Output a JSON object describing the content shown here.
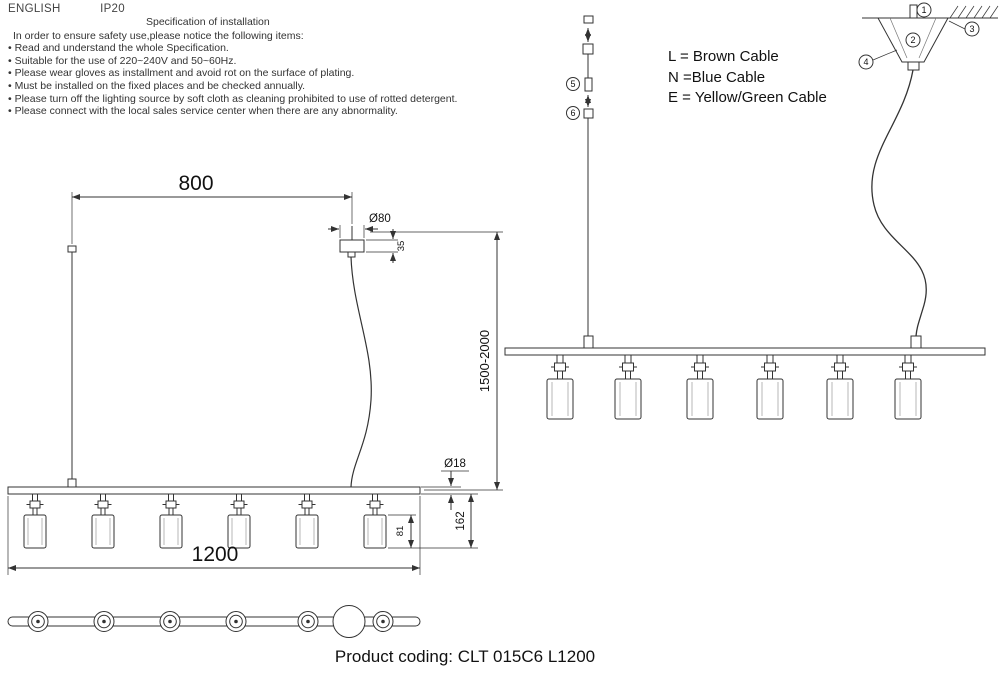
{
  "header": {
    "language": "ENGLISH",
    "ip_rating": "IP20"
  },
  "spec": {
    "title": "Specification of installation",
    "intro": "In order to ensure safety use,please notice the following items:",
    "items": [
      "• Read and understand the whole Specification.",
      "• Suitable for the use of 220~240V and 50~60Hz.",
      "• Please wear gloves as installment and avoid rot on the surface of plating.",
      "• Must be installed on the fixed places and be checked annually.",
      "• Please turn off the lighting source by soft cloth as cleaning prohibited to use of rotted detergent.",
      "• Please connect with the local sales service center when there are any abnormality."
    ]
  },
  "legend": {
    "l": "L = Brown Cable",
    "n": "N =Blue Cable",
    "e": "E = Yellow/Green Cable"
  },
  "dims": {
    "top_span": "800",
    "canopy_dia": "Ø80",
    "canopy_h": "35",
    "drop": "1500-2000",
    "tube_dia": "Ø18",
    "head_h": "162",
    "body_h": "81",
    "bar_len": "1200"
  },
  "callouts": {
    "c1": "1",
    "c2": "2",
    "c3": "3",
    "c4": "4",
    "c5": "5",
    "c6": "6"
  },
  "footer": {
    "product_coding": "Product coding: CLT 015C6 L1200"
  }
}
